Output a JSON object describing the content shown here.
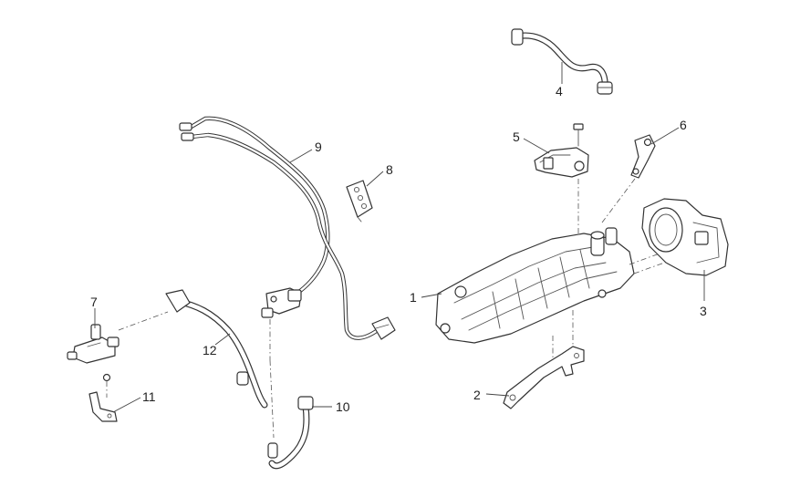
{
  "diagram": {
    "callouts": [
      {
        "id": "c1",
        "label": "1"
      },
      {
        "id": "c2",
        "label": "2"
      },
      {
        "id": "c3",
        "label": "3"
      },
      {
        "id": "c4",
        "label": "4"
      },
      {
        "id": "c5",
        "label": "5"
      },
      {
        "id": "c6",
        "label": "6"
      },
      {
        "id": "c7",
        "label": "7"
      },
      {
        "id": "c8",
        "label": "8"
      },
      {
        "id": "c9",
        "label": "9"
      },
      {
        "id": "c10",
        "label": "10"
      },
      {
        "id": "c11",
        "label": "11"
      },
      {
        "id": "c12",
        "label": "12"
      }
    ],
    "colors": {
      "line": "#333333",
      "background": "#ffffff"
    }
  }
}
